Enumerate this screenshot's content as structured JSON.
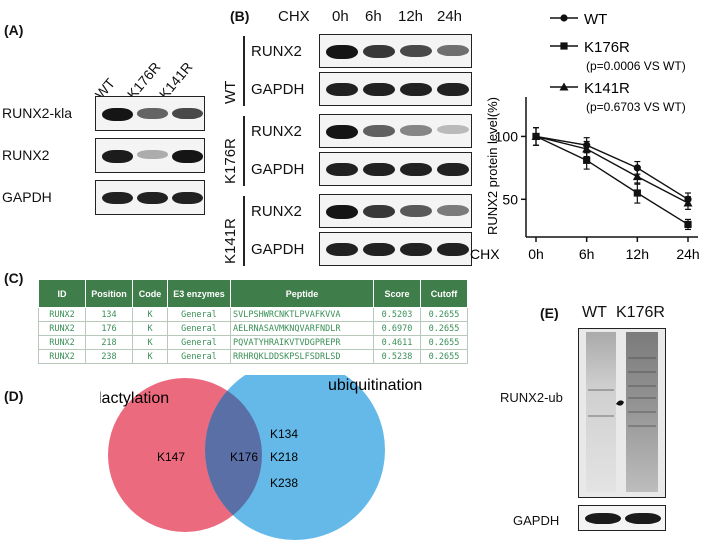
{
  "panel_a": {
    "letter": "(A)",
    "lanes": [
      "WT",
      "K176R",
      "K141R"
    ],
    "rows": [
      {
        "label": "RUNX2-kla",
        "intensities": [
          0.95,
          0.6,
          0.72
        ]
      },
      {
        "label": "RUNX2",
        "intensities": [
          0.92,
          0.28,
          0.95
        ]
      },
      {
        "label": "GAPDH",
        "intensities": [
          0.9,
          0.9,
          0.9
        ]
      }
    ]
  },
  "panel_b": {
    "letter": "(B)",
    "treatment_label": "CHX",
    "timepoints": [
      "0h",
      "6h",
      "12h",
      "24h"
    ],
    "groups": [
      {
        "name": "WT",
        "rows": [
          {
            "label": "RUNX2",
            "intensities": [
              0.95,
              0.8,
              0.72,
              0.55
            ]
          },
          {
            "label": "GAPDH",
            "intensities": [
              0.9,
              0.9,
              0.9,
              0.9
            ]
          }
        ]
      },
      {
        "name": "K176R",
        "rows": [
          {
            "label": "RUNX2",
            "intensities": [
              0.95,
              0.62,
              0.45,
              0.22
            ]
          },
          {
            "label": "GAPDH",
            "intensities": [
              0.9,
              0.9,
              0.9,
              0.9
            ]
          }
        ]
      },
      {
        "name": "K141R",
        "rows": [
          {
            "label": "RUNX2",
            "intensities": [
              0.95,
              0.8,
              0.65,
              0.5
            ]
          },
          {
            "label": "GAPDH",
            "intensities": [
              0.9,
              0.9,
              0.9,
              0.9
            ]
          }
        ]
      }
    ]
  },
  "chart_data": {
    "type": "line",
    "ylabel": "RUNX2 protein level(%)",
    "xlabel_prefix": "CHX",
    "x": [
      "0h",
      "6h",
      "12h",
      "24h"
    ],
    "yticks": [
      50,
      100
    ],
    "ylim": [
      20,
      125
    ],
    "legend_position": "top-right",
    "series": [
      {
        "name": "WT",
        "note": "",
        "marker": "circle",
        "values": [
          100,
          93,
          75,
          50
        ],
        "errors": [
          7,
          6,
          5,
          5
        ]
      },
      {
        "name": "K176R",
        "note": "(p=0.0006 VS WT)",
        "marker": "square",
        "values": [
          100,
          81,
          55,
          30
        ],
        "errors": [
          7,
          7,
          8,
          4
        ]
      },
      {
        "name": "K141R",
        "note": "(p=0.6703 VS WT)",
        "marker": "triangle",
        "values": [
          100,
          90,
          68,
          47
        ],
        "errors": [
          7,
          6,
          6,
          5
        ]
      }
    ]
  },
  "panel_c": {
    "letter": "(C)",
    "headers": [
      "ID",
      "Position",
      "Code",
      "E3 enzymes",
      "Peptide",
      "Score",
      "Cutoff"
    ],
    "rows": [
      [
        "RUNX2",
        "134",
        "K",
        "General",
        "SVLPSHWRCNKTLPVAFKVVA",
        "0.5203",
        "0.2655"
      ],
      [
        "RUNX2",
        "176",
        "K",
        "General",
        "AELRNASAVMKNQVARFNDLR",
        "0.6970",
        "0.2655"
      ],
      [
        "RUNX2",
        "218",
        "K",
        "General",
        "PQVATYHRAIKVTVDGPREPR",
        "0.4611",
        "0.2655"
      ],
      [
        "RUNX2",
        "238",
        "K",
        "General",
        "RRHRQKLDDSKPSLFSDRLSD",
        "0.5238",
        "0.2655"
      ]
    ]
  },
  "panel_d": {
    "letter": "(D)",
    "left_set": "lactylation",
    "right_set": "ubiquitination",
    "left_only": [
      "K147"
    ],
    "overlap": [
      "K176"
    ],
    "right_only": [
      "K134",
      "K218",
      "K238"
    ],
    "left_color": "#ec6a7e",
    "right_color": "#64b9e8",
    "overlap_color": "#5a6fa6"
  },
  "panel_e": {
    "letter": "(E)",
    "lanes": [
      "WT",
      "K176R"
    ],
    "ub_label": "RUNX2-ub",
    "loading_label": "GAPDH"
  }
}
